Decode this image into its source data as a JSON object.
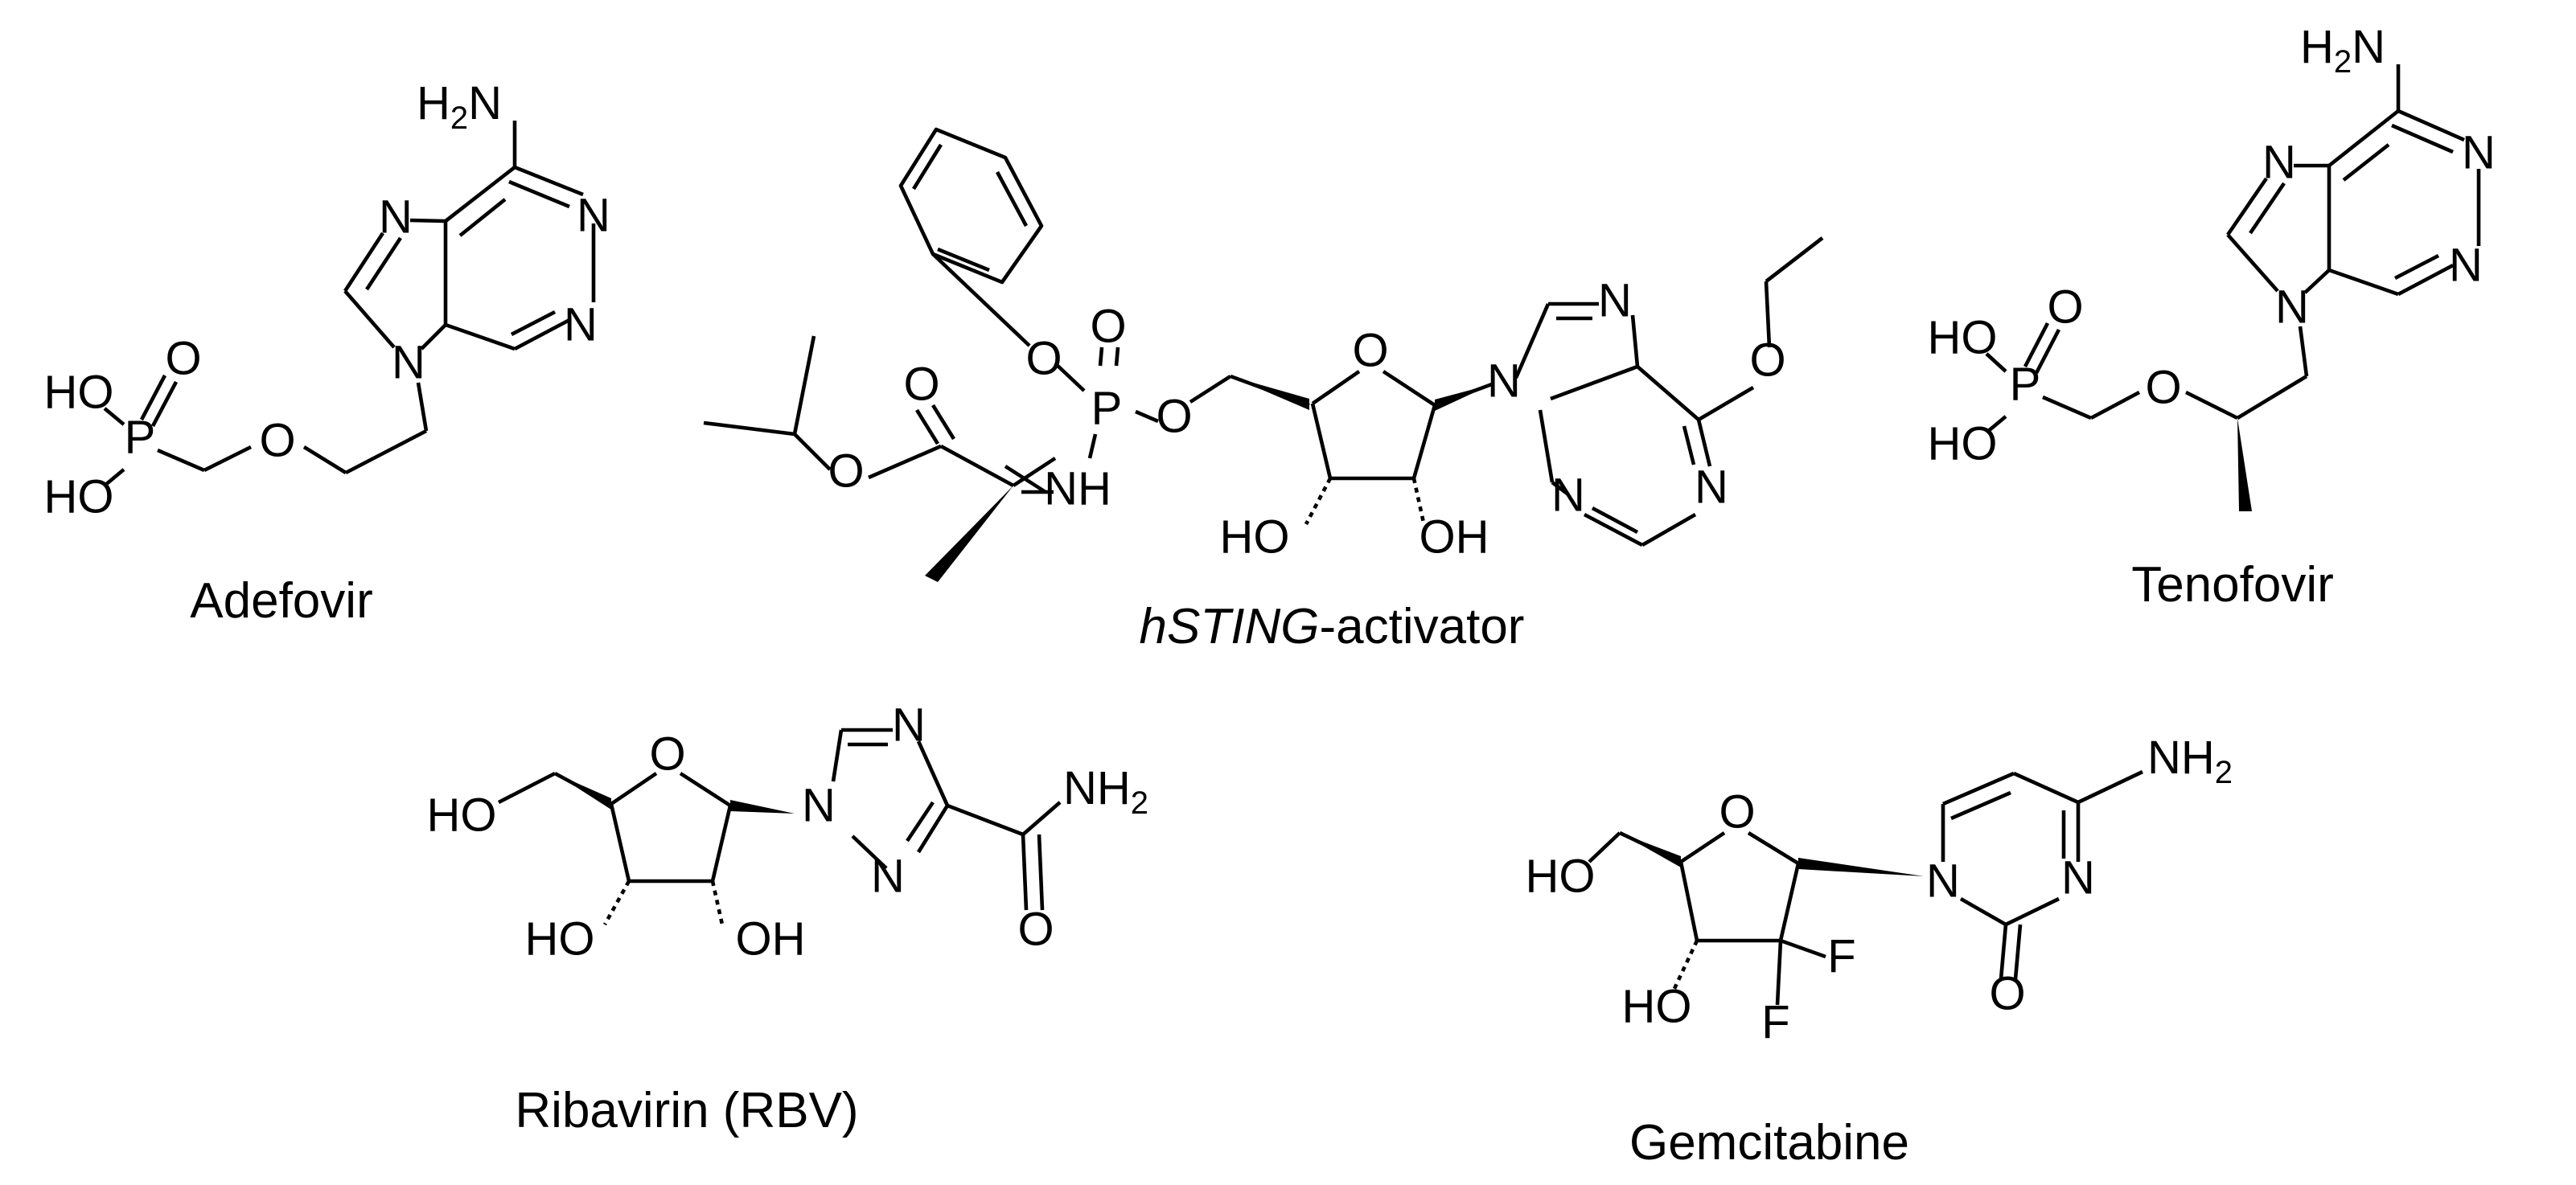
{
  "molecules": [
    {
      "name": "Adefovir",
      "atoms": {
        "amine": "H2N",
        "n1": "N",
        "n3": "N",
        "n7": "N",
        "n9": "N",
        "p": "P",
        "o_ketone": "O",
        "oh_top": "HO",
        "oh_bottom": "HO",
        "o_ether": "O"
      }
    },
    {
      "name_italic": "hSTING",
      "name_rest": "-activator",
      "atoms": {
        "o_phenoxy": "O",
        "p": "P",
        "o_pdbl": "O",
        "nh": "NH",
        "o_p5": "O",
        "o_ring": "O",
        "n9": "N",
        "n7": "N",
        "n3": "N",
        "n1": "N",
        "o_ethoxy": "O",
        "o_ester": "O",
        "o_carbonyl": "O",
        "oh_left": "HO",
        "oh_right": "OH"
      }
    },
    {
      "name": "Tenofovir",
      "atoms": {
        "amine": "H2N",
        "n1": "N",
        "n3": "N",
        "n7": "N",
        "n9": "N",
        "p": "P",
        "o_ketone": "O",
        "oh_top": "HO",
        "oh_bottom": "HO",
        "o_ether": "O"
      }
    },
    {
      "name": "Ribavirin (RBV)",
      "atoms": {
        "o_ring": "O",
        "n1": "N",
        "n2": "N",
        "n4": "N",
        "amide_nh2": "NH2",
        "amide_o": "O",
        "ho_5": "HO",
        "ho_3": "HO",
        "oh_2": "OH"
      }
    },
    {
      "name": "Gemcitabine",
      "atoms": {
        "o_ring": "O",
        "n1": "N",
        "n3": "N",
        "amine": "NH2",
        "o_carbonyl": "O",
        "ho_5": "HO",
        "ho_3": "HO",
        "f_a": "F",
        "f_b": "F"
      }
    }
  ]
}
